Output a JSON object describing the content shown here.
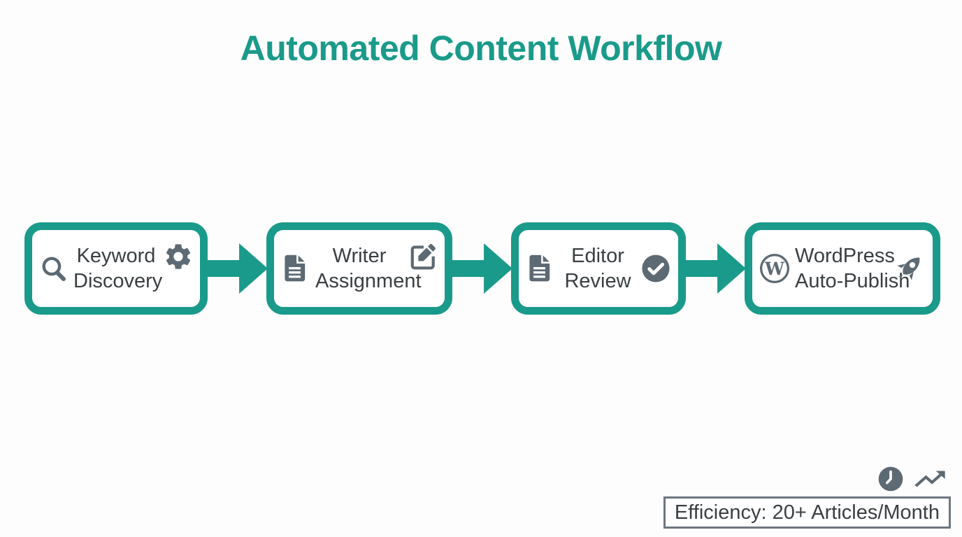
{
  "title": "Automated Content Workflow",
  "colors": {
    "teal": "#1A9A8A",
    "icon-gray": "#5D6973",
    "badge-icon": "#67717D",
    "text": "#3A3F42",
    "badge-border": "#6E7781",
    "bg": "#FDFDFD"
  },
  "steps": [
    {
      "line1": "Keyword",
      "line2": "Discovery",
      "left_icon": "search-icon",
      "right_icon": "gear-icon"
    },
    {
      "line1": "Writer",
      "line2": "Assignment",
      "left_icon": "document-icon",
      "right_icon": "edit-icon"
    },
    {
      "line1": "Editor",
      "line2": "Review",
      "left_icon": "document-icon",
      "right_icon": "check-circle-icon"
    },
    {
      "line1": "WordPress",
      "line2": "Auto-Publish",
      "left_icon": "wordpress-icon",
      "right_icon": "rocket-icon"
    }
  ],
  "badge": {
    "label": "Efficiency: 20+ Articles/Month",
    "icons": [
      "clock-icon",
      "trending-up-icon"
    ]
  }
}
